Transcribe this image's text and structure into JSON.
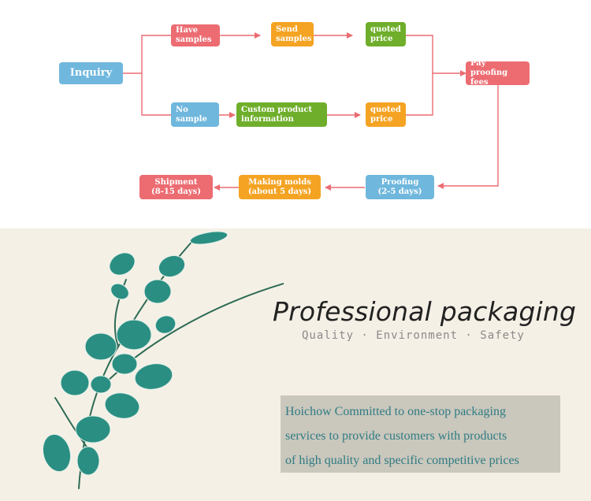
{
  "flowchart": {
    "inquiry": "Inquiry",
    "have_samples": [
      "Have",
      "samples"
    ],
    "send_samples": [
      "Send",
      "samples"
    ],
    "quoted_price_top": [
      "quoted",
      "price"
    ],
    "no_sample": [
      "No",
      "sample"
    ],
    "custom_info": [
      "Custom product",
      "information"
    ],
    "quoted_price_bottom": [
      "quoted",
      "price"
    ],
    "pay_fees": [
      "Pay proofing",
      "fees"
    ],
    "proofing": [
      "Proofing",
      "(2-5 days)"
    ],
    "making_molds": [
      "Making molds",
      "(about 5 days)"
    ],
    "shipment": [
      "Shipment",
      "(8-15 days)"
    ]
  },
  "banner": {
    "headline": "Professional packaging",
    "subline": "Quality · Environment · Safety",
    "description": [
      "Hoichow Committed to one-stop packaging",
      "services to provide customers with products",
      "of high quality and specific competitive prices"
    ]
  },
  "colors": {
    "blue": "#6fb7dd",
    "red": "#ec6c72",
    "orange": "#f4a322",
    "green": "#6fae2b",
    "arrow": "#ec6c72",
    "leaf": "#2a8f82"
  }
}
